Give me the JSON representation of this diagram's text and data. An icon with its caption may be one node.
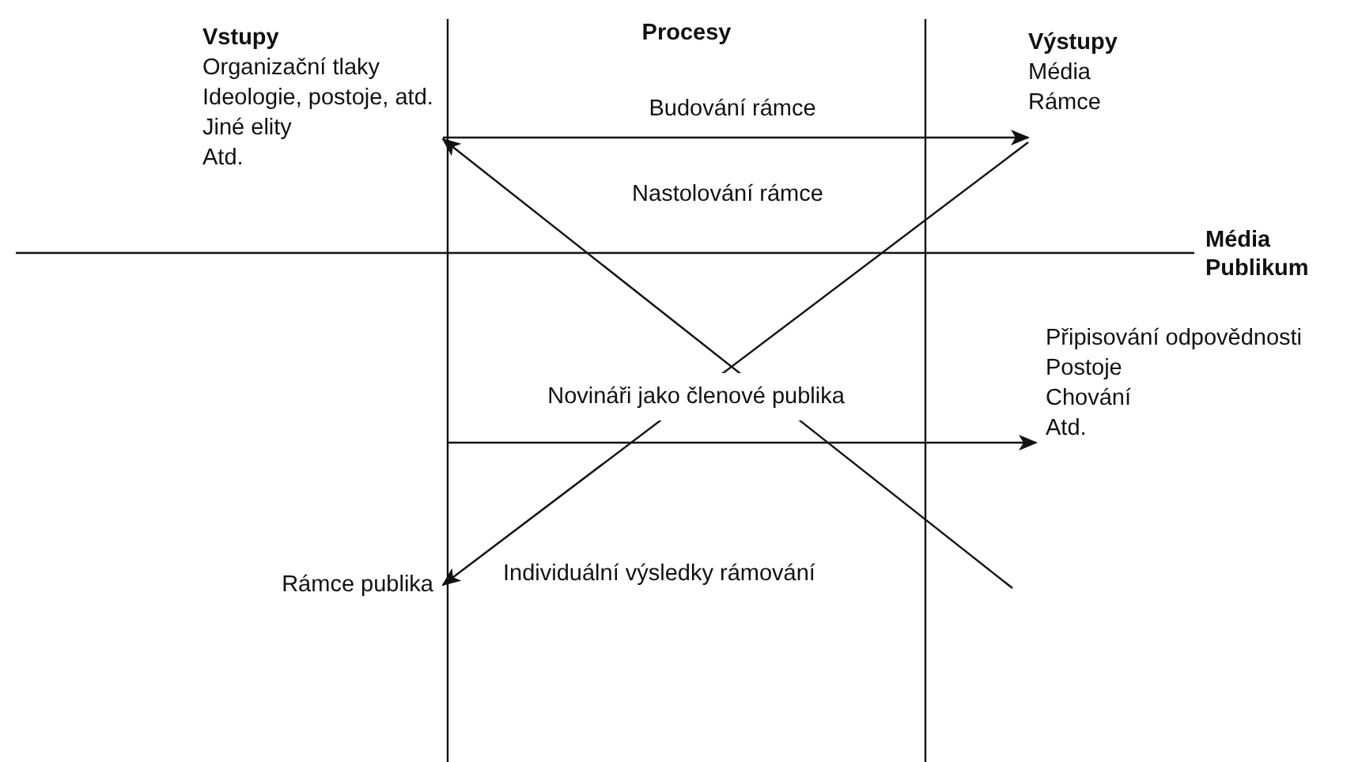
{
  "diagram": {
    "nodes": [
      {
        "text": [
          "Vstupy",
          "Organizační tlaky",
          "Ideologie, postoje, atd.",
          "Jiné elity",
          "Atd."
        ]
      },
      {
        "text": [
          "Výstupy",
          "Média",
          "Rámce"
        ]
      },
      {
        "text": [
          "Připisování odpovědnosti",
          "Postoje",
          "Chování",
          "Atd."
        ]
      },
      {
        "text": [
          "Rámce publika"
        ]
      }
    ],
    "edges": [
      {
        "from": 0,
        "to": 1,
        "arrow": "to"
      },
      {
        "from": null,
        "to": 0,
        "arrow": "to"
      },
      {
        "from": 1,
        "to": 3,
        "arrow": "to"
      },
      {
        "from": null,
        "to": 2,
        "arrow": "to"
      }
    ],
    "labels": [
      "Procesy",
      "Budování rámce",
      "Nastolování rámce",
      "Média",
      "Publikum",
      "Novináři jako členové publika",
      "Individuální výsledky rámování"
    ]
  }
}
